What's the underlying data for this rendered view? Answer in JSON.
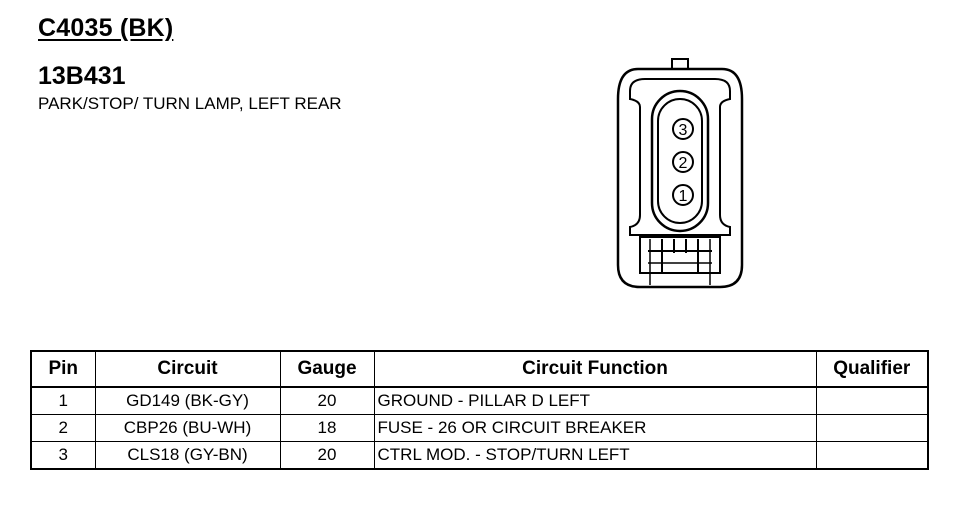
{
  "header": {
    "connector_id": "C4035 (BK)",
    "part_number": "13B431",
    "description": "PARK/STOP/ TURN LAMP, LEFT REAR"
  },
  "connector": {
    "cavities": [
      {
        "label": "3"
      },
      {
        "label": "2"
      },
      {
        "label": "1"
      }
    ]
  },
  "table": {
    "columns": [
      "Pin",
      "Circuit",
      "Gauge",
      "Circuit Function",
      "Qualifier"
    ],
    "rows": [
      {
        "pin": "1",
        "circuit": "GD149 (BK-GY)",
        "gauge": "20",
        "function": "GROUND - PILLAR D LEFT",
        "qualifier": ""
      },
      {
        "pin": "2",
        "circuit": "CBP26 (BU-WH)",
        "gauge": "18",
        "function": "FUSE - 26 OR CIRCUIT BREAKER",
        "qualifier": ""
      },
      {
        "pin": "3",
        "circuit": "CLS18 (GY-BN)",
        "gauge": "20",
        "function": "CTRL MOD. - STOP/TURN LEFT",
        "qualifier": ""
      }
    ]
  }
}
